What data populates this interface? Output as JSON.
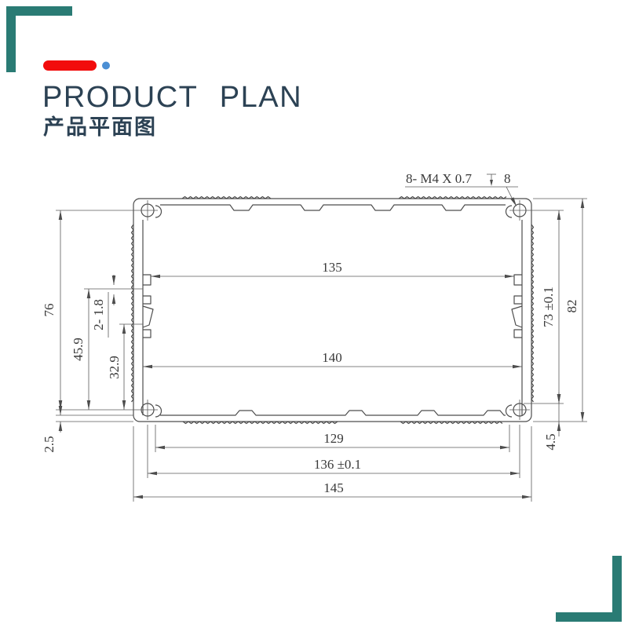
{
  "header": {
    "title": "PRODUCT PLAN",
    "subtitle": "产品平面图",
    "title_color": "#2c4254"
  },
  "decor": {
    "corner_color": "#2a7b74",
    "bar_color": "#f20c0c",
    "dot_color": "#4b8fd4"
  },
  "drawing": {
    "line_color": "#4d4d4d",
    "note": {
      "prefix": "8- M4 X 0.7",
      "symbol": "depth",
      "suffix": "8"
    },
    "dims": {
      "top_opening_width": "135",
      "inner_width": "140",
      "bottom_opening_width": "129",
      "hole_spacing_width": "136 ±0.1",
      "overall_width": "145",
      "hole_spacing_height": "76",
      "rail_upper": "45.9",
      "slot_thickness": "2- 1.8",
      "rail_lower": "32.9",
      "lip_thickness": "2.5",
      "inner_height": "73 ±0.1",
      "overall_height": "82",
      "base_thickness": "4.5"
    }
  }
}
